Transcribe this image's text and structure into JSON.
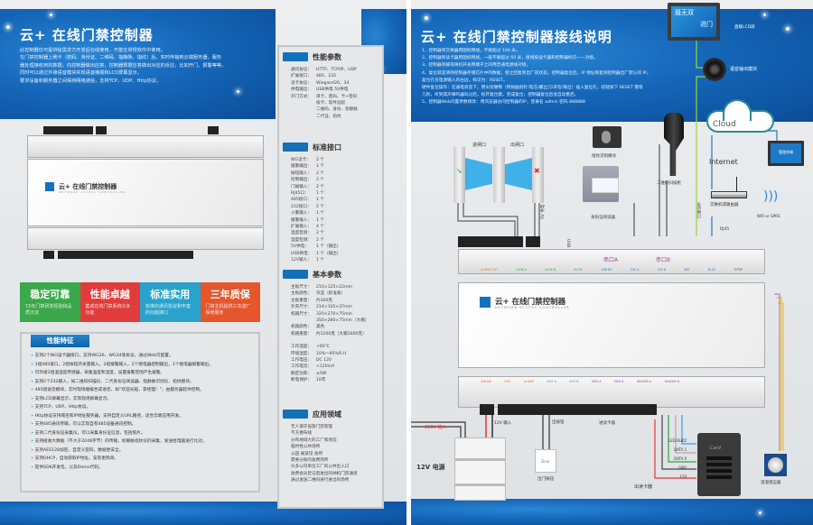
{
  "left": {
    "title": "云+ 在线门禁控制器",
    "intro": [
      "此控制器仅可提供给需求方开发后在线使用，不能在常规软件中使用。",
      "在门禁控制器上刷卡（密码、身份证、二维码、指静脉、指纹）后，实时传输到云端服务器，服务",
      "器处理接收到的数据，向控制器做出应答，控制器根据应答做出对应的反应，比如开门、报警等等。",
      "同时可以通过外接语音模块实现语音播报和LCD屏幕显示。",
      "要求设备和服务器之间保持网络通信，支持TCP、UDP、Http协议。"
    ],
    "device": {
      "brand": "云+ 在线门禁控制器",
      "subtitle": "NETWORK ACCESS CONTROLLER"
    },
    "features": [
      {
        "title": "稳定可靠",
        "desc": "15年门禁研发经验和品质沉淀",
        "color": "#3aa84b"
      },
      {
        "title": "性能卓越",
        "desc": "集成在线门禁系统众多功能",
        "color": "#e23b3c"
      },
      {
        "title": "标准实用",
        "desc": "标准的通讯协议和丰富的功能接口",
        "color": "#2aa3cc"
      },
      {
        "title": "三年质保",
        "desc": "门禁主机提供三年送厂保修服务",
        "color": "#e5562c"
      }
    ],
    "perf_title": "性能特征",
    "perf_items": [
      "支持2个WG读卡器接口，支持WG26、WG34等协议，通过Web可配置。",
      "1组485接口，2组按钮开关量输入，2组报警输入，2个继电器控制输出，1个继电器报警输出。",
      "可外接2组温湿度传感器，采集温度和湿度，设置报警范围产生报警。",
      "支持2个232输入，如二维码扫描仪、二代身份证阅读器、指静脉识别仪、指纹模块。",
      "485接语音模块，实时现场播报合成语音，如“欢迎光临，李经理！”，由服务器软件控制。",
      "支持LCD屏幕显示，实现现场屏幕显示。",
      "支持TCP、UDP、Http协议。",
      "Http协议支持域名和IP地址服务器，支持自定义URL路径，适合云端应用开发。",
      "支持485通讯传输，可以实现自有485设备通讯控制。",
      "支持二代身份证采集仪，可以采集身份证信息，包括照片。",
      "支持接收大数据（不大于2048字节）的传输，如静脉指纹仪的采集，发送给电脑进行比对。",
      "支持AES128加密，自定义密码，数据更安全。",
      "支持DHCP，自动获取IP地址，安装更简单。",
      "提供SDK开发包，以及Demo代码。"
    ]
  },
  "middle": {
    "sections": [
      {
        "title": "性能参数",
        "rows": [
          [
            "通讯协议：",
            "HTTP、TCP/IP、UDP"
          ],
          [
            "扩展接口：",
            "485、232"
          ],
          [
            "读卡协议：",
            "Wiegand26、34"
          ],
          [
            "供电输出：",
            "USB供电  5V供电"
          ],
          [
            "开门方式：",
            "单卡、密码、卡+密码"
          ],
          [
            "",
            "按卡、软件远程"
          ],
          [
            "",
            "二维码、身份、指静脉"
          ],
          [
            "",
            "二代证、指纹"
          ]
        ]
      },
      {
        "title": "标准接口",
        "rows": [
          [
            "WG读卡：",
            "2 个"
          ],
          [
            "报警输出：",
            "1 个"
          ],
          [
            "按钮输入：",
            "2 个"
          ],
          [
            "控制输出：",
            "2 个"
          ],
          [
            "门磁输入：",
            "2 个"
          ],
          [
            "RJ45口：",
            "1 个"
          ],
          [
            "485接口：",
            "1 个"
          ],
          [
            "232接口：",
            "2 个"
          ],
          [
            "火警输入：",
            "1 个"
          ],
          [
            "报警输入：",
            "1 个"
          ],
          [
            "扩展输入：",
            "4 个"
          ],
          [
            "温度检测：",
            "2 个"
          ],
          [
            "湿度检测：",
            "2 个"
          ],
          [
            "5V供电：",
            "1 个（输出）"
          ],
          [
            "USB供电：",
            "1 个（输出）"
          ],
          [
            "12V输入：",
            "1 个"
          ]
        ]
      },
      {
        "title": "基本参数",
        "rows": [
          [
            "主板尺寸：",
            "210×125×22mm"
          ],
          [
            "主板颜色：",
            "深蓝（标准板）"
          ],
          [
            "主板重量：",
            "约300克"
          ],
          [
            "外壳尺寸：",
            "214×105×37mm"
          ],
          [
            "机箱尺寸：",
            "320×270×75mm"
          ],
          [
            "",
            "350×280×75mm（大箱）"
          ],
          [
            "机箱颜色：",
            "黑色"
          ],
          [
            "机箱重量：",
            "约1200克（大箱1600克）"
          ],
          [
            "",
            ""
          ],
          [
            "工作温度：",
            "<60℃"
          ],
          [
            "环境湿度：",
            "10%～95%R.H"
          ],
          [
            "工作电压：",
            "DC 12V"
          ],
          [
            "工作电流：",
            "<120mA"
          ],
          [
            "额定功率：",
            "≤5W"
          ],
          [
            "断电保护：",
            "10年"
          ]
        ]
      },
      {
        "title": "应用领域",
        "rows": [
          [
            "无人值守设施门禁管理",
            ""
          ],
          [
            "不方便布线",
            ""
          ],
          [
            "分布地域大的工厂和场馆",
            ""
          ],
          [
            "临时性公共场所",
            ""
          ],
          [
            "公园  展览馆  会所",
            ""
          ],
          [
            "需要分账的收费场所",
            ""
          ],
          [
            "众多公司单位工厂的公共出入口",
            ""
          ],
          [
            "收费会员登记后进出的闸机门禁通道",
            ""
          ],
          [
            "通过发送二维码进行进出的场所",
            ""
          ]
        ]
      }
    ]
  },
  "right": {
    "title": "云+ 在线门禁控制器接线说明",
    "notes": [
      "1、控制器到交换器用国标网线，不要超过 100 米。",
      "2、控制器到读卡器用国标网线，一般不要超过 60 米，接线按读卡器和控制器标识一一对接。",
      "3、控制器到输或闸机开关用端子之间用普通电源线对接。",
      "4、复位就是清除控制器存储芯片中的数据，使之回复到出厂前状态。控制器复位后，IP 地址恢复到控制器出厂默认的 IP。",
      "    复位孔在电源输入的右边，标识为：RESET。",
      "    硬件复位操作：在通电状态下，用尖状硬物（例如曲别针/笔芯/螺丝刀/牙签/珠丝）插入复位孔，轻轻按下 RESET 键等",
      "    几秒，听到高声蜂鸣器叫过后，松开复位键，完成复位；控制器复位后会自动重启。",
      "5、控制器Web内置参数修改：用浏览器访问控制器的IP，登录名 admin  密码 888888"
    ],
    "lcd": {
      "line1": "聂无双",
      "line2": "进门",
      "label": "直联LCD屏"
    },
    "speaker_label": "语音输出模块",
    "cloud": "Cloud",
    "internet": "Internet",
    "monitor": {
      "screen": "管理终端"
    },
    "router_label": "交换机或路由器",
    "wifi_label": "WiFi or GPRS",
    "rj45": "RJ45",
    "port485": "485串口",
    "turnstile": {
      "in": "进闸口",
      "out": "出闸口"
    },
    "fingerprint": "指纹识别模块",
    "scanner": "二维码扫描枪",
    "id_reader": "身份证阅读器",
    "usb_out": "USB 5V 供电",
    "v5_out": "5V 供电",
    "com_a": "串口A",
    "com_b": "串口B",
    "top_labels": [
      "ALARM OUT",
      "LOCK A",
      "LOCK B",
      "5V DC",
      "USB DC",
      "232 A",
      "232 B",
      "485",
      "RJ 45",
      "TCP/IP"
    ],
    "bottom_labels": [
      "12V DC",
      "FIRE",
      "ALARM",
      "EXIT A",
      "EXIT B",
      "MSG A",
      "MSG B",
      "READER A",
      "READER B"
    ],
    "device": {
      "brand": "云+ 在线门禁控制器",
      "subtitle": "NETWORK ACCESS CONTROLLER"
    },
    "power_in": "220V 输入",
    "v12_in": "12V 输入",
    "psu_label": "12V 电源",
    "exit_btn_top": "出按钮",
    "exit_btn": "出门按钮",
    "exit_btn_face": "Door",
    "in_reader": "进读卡器",
    "out_reader": "出读卡器",
    "reader_face": "Card",
    "wires": [
      "LED BUZZ",
      "DATA 1",
      "DATA 0",
      "GND",
      "12V"
    ],
    "sensor_label": "温湿感应器"
  }
}
